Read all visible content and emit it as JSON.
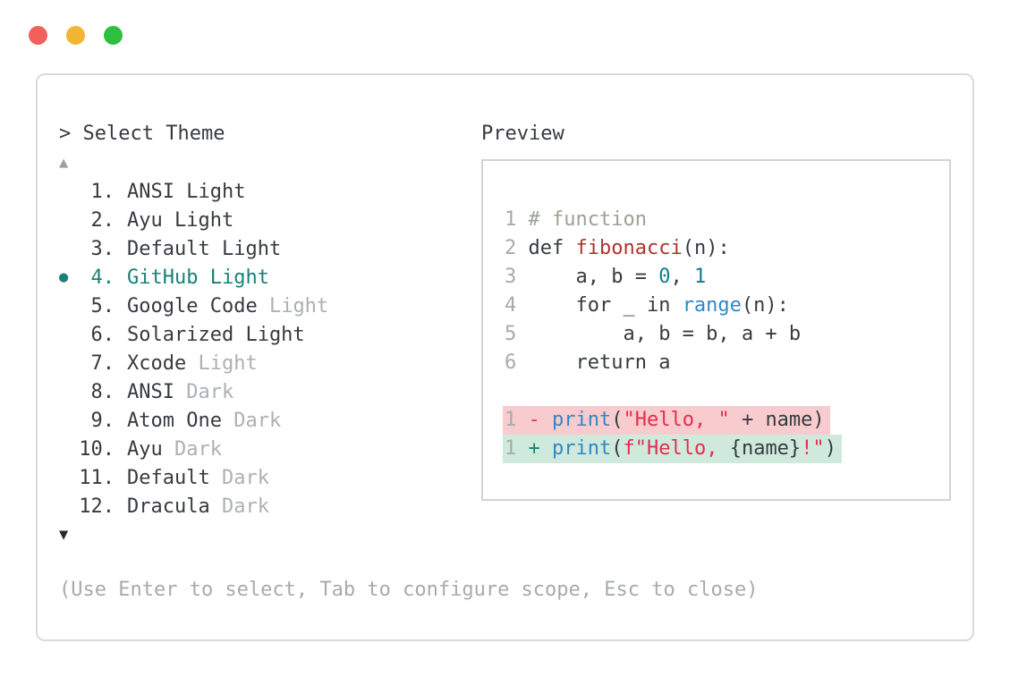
{
  "window": {
    "controls": {
      "close_color": "#f1605a",
      "minimize_color": "#f2b632",
      "zoom_color": "#2dbf3f"
    },
    "border_color": "#dadada"
  },
  "prompt": {
    "caret": ">",
    "title": "Select Theme"
  },
  "list": {
    "up_arrow": "▲",
    "down_arrow": "▼",
    "bullet": "●",
    "selected_color": "#1b8076",
    "items": [
      {
        "num": "1.",
        "name": "ANSI Light",
        "muted": "",
        "selected": false
      },
      {
        "num": "2.",
        "name": "Ayu Light",
        "muted": "",
        "selected": false
      },
      {
        "num": "3.",
        "name": "Default Light",
        "muted": "",
        "selected": false
      },
      {
        "num": "4.",
        "name": "GitHub Light",
        "muted": "",
        "selected": true
      },
      {
        "num": "5.",
        "name": "Google Code",
        "muted": "Light",
        "selected": false
      },
      {
        "num": "6.",
        "name": "Solarized Light",
        "muted": "",
        "selected": false
      },
      {
        "num": "7.",
        "name": "Xcode",
        "muted": "Light",
        "selected": false
      },
      {
        "num": "8.",
        "name": "ANSI",
        "muted": "Dark",
        "selected": false
      },
      {
        "num": "9.",
        "name": "Atom One",
        "muted": "Dark",
        "selected": false
      },
      {
        "num": "10.",
        "name": "Ayu",
        "muted": "Dark",
        "selected": false
      },
      {
        "num": "11.",
        "name": "Default",
        "muted": "Dark",
        "selected": false
      },
      {
        "num": "12.",
        "name": "Dracula",
        "muted": "Dark",
        "selected": false
      }
    ]
  },
  "preview": {
    "label": "Preview",
    "syntax_colors": {
      "comment": "#9ba394",
      "function_name": "#af3230",
      "number": "#107e88",
      "call": "#3088c4",
      "string": "#e42d4e",
      "plain": "#363b40",
      "line_number": "#a6aaae",
      "removed_bg": "#f8cbcf",
      "added_bg": "#cfeadc",
      "removed_sign": "#dd3450",
      "added_sign": "#17867c"
    },
    "code_lines": [
      {
        "num": "1",
        "tokens": [
          {
            "text": "# function",
            "style": "comment"
          }
        ]
      },
      {
        "num": "2",
        "tokens": [
          {
            "text": "def ",
            "style": "plain"
          },
          {
            "text": "fibonacci",
            "style": "func"
          },
          {
            "text": "(n):",
            "style": "plain"
          }
        ]
      },
      {
        "num": "3",
        "tokens": [
          {
            "text": "    a, b = ",
            "style": "plain"
          },
          {
            "text": "0",
            "style": "number"
          },
          {
            "text": ", ",
            "style": "plain"
          },
          {
            "text": "1",
            "style": "number"
          }
        ]
      },
      {
        "num": "4",
        "tokens": [
          {
            "text": "    for _ in ",
            "style": "plain"
          },
          {
            "text": "range",
            "style": "call"
          },
          {
            "text": "(n):",
            "style": "plain"
          }
        ]
      },
      {
        "num": "5",
        "tokens": [
          {
            "text": "        a, b = b, a + b",
            "style": "plain"
          }
        ]
      },
      {
        "num": "6",
        "tokens": [
          {
            "text": "    return a",
            "style": "plain"
          }
        ]
      }
    ],
    "diff_lines": [
      {
        "num": "1",
        "sign": "-",
        "kind": "removed",
        "tokens": [
          {
            "text": "print",
            "style": "call"
          },
          {
            "text": "(",
            "style": "plain"
          },
          {
            "text": "\"Hello, \"",
            "style": "string"
          },
          {
            "text": " + name",
            "style": "plain"
          },
          {
            "text": ")",
            "style": "plain"
          }
        ]
      },
      {
        "num": "1",
        "sign": "+",
        "kind": "added",
        "tokens": [
          {
            "text": "print",
            "style": "call"
          },
          {
            "text": "(",
            "style": "plain"
          },
          {
            "text": "f\"Hello, ",
            "style": "string"
          },
          {
            "text": "{name}",
            "style": "plain"
          },
          {
            "text": "!\"",
            "style": "string"
          },
          {
            "text": ")",
            "style": "plain"
          }
        ]
      }
    ]
  },
  "footer": {
    "hint": "(Use Enter to select, Tab to configure scope, Esc to close)"
  }
}
